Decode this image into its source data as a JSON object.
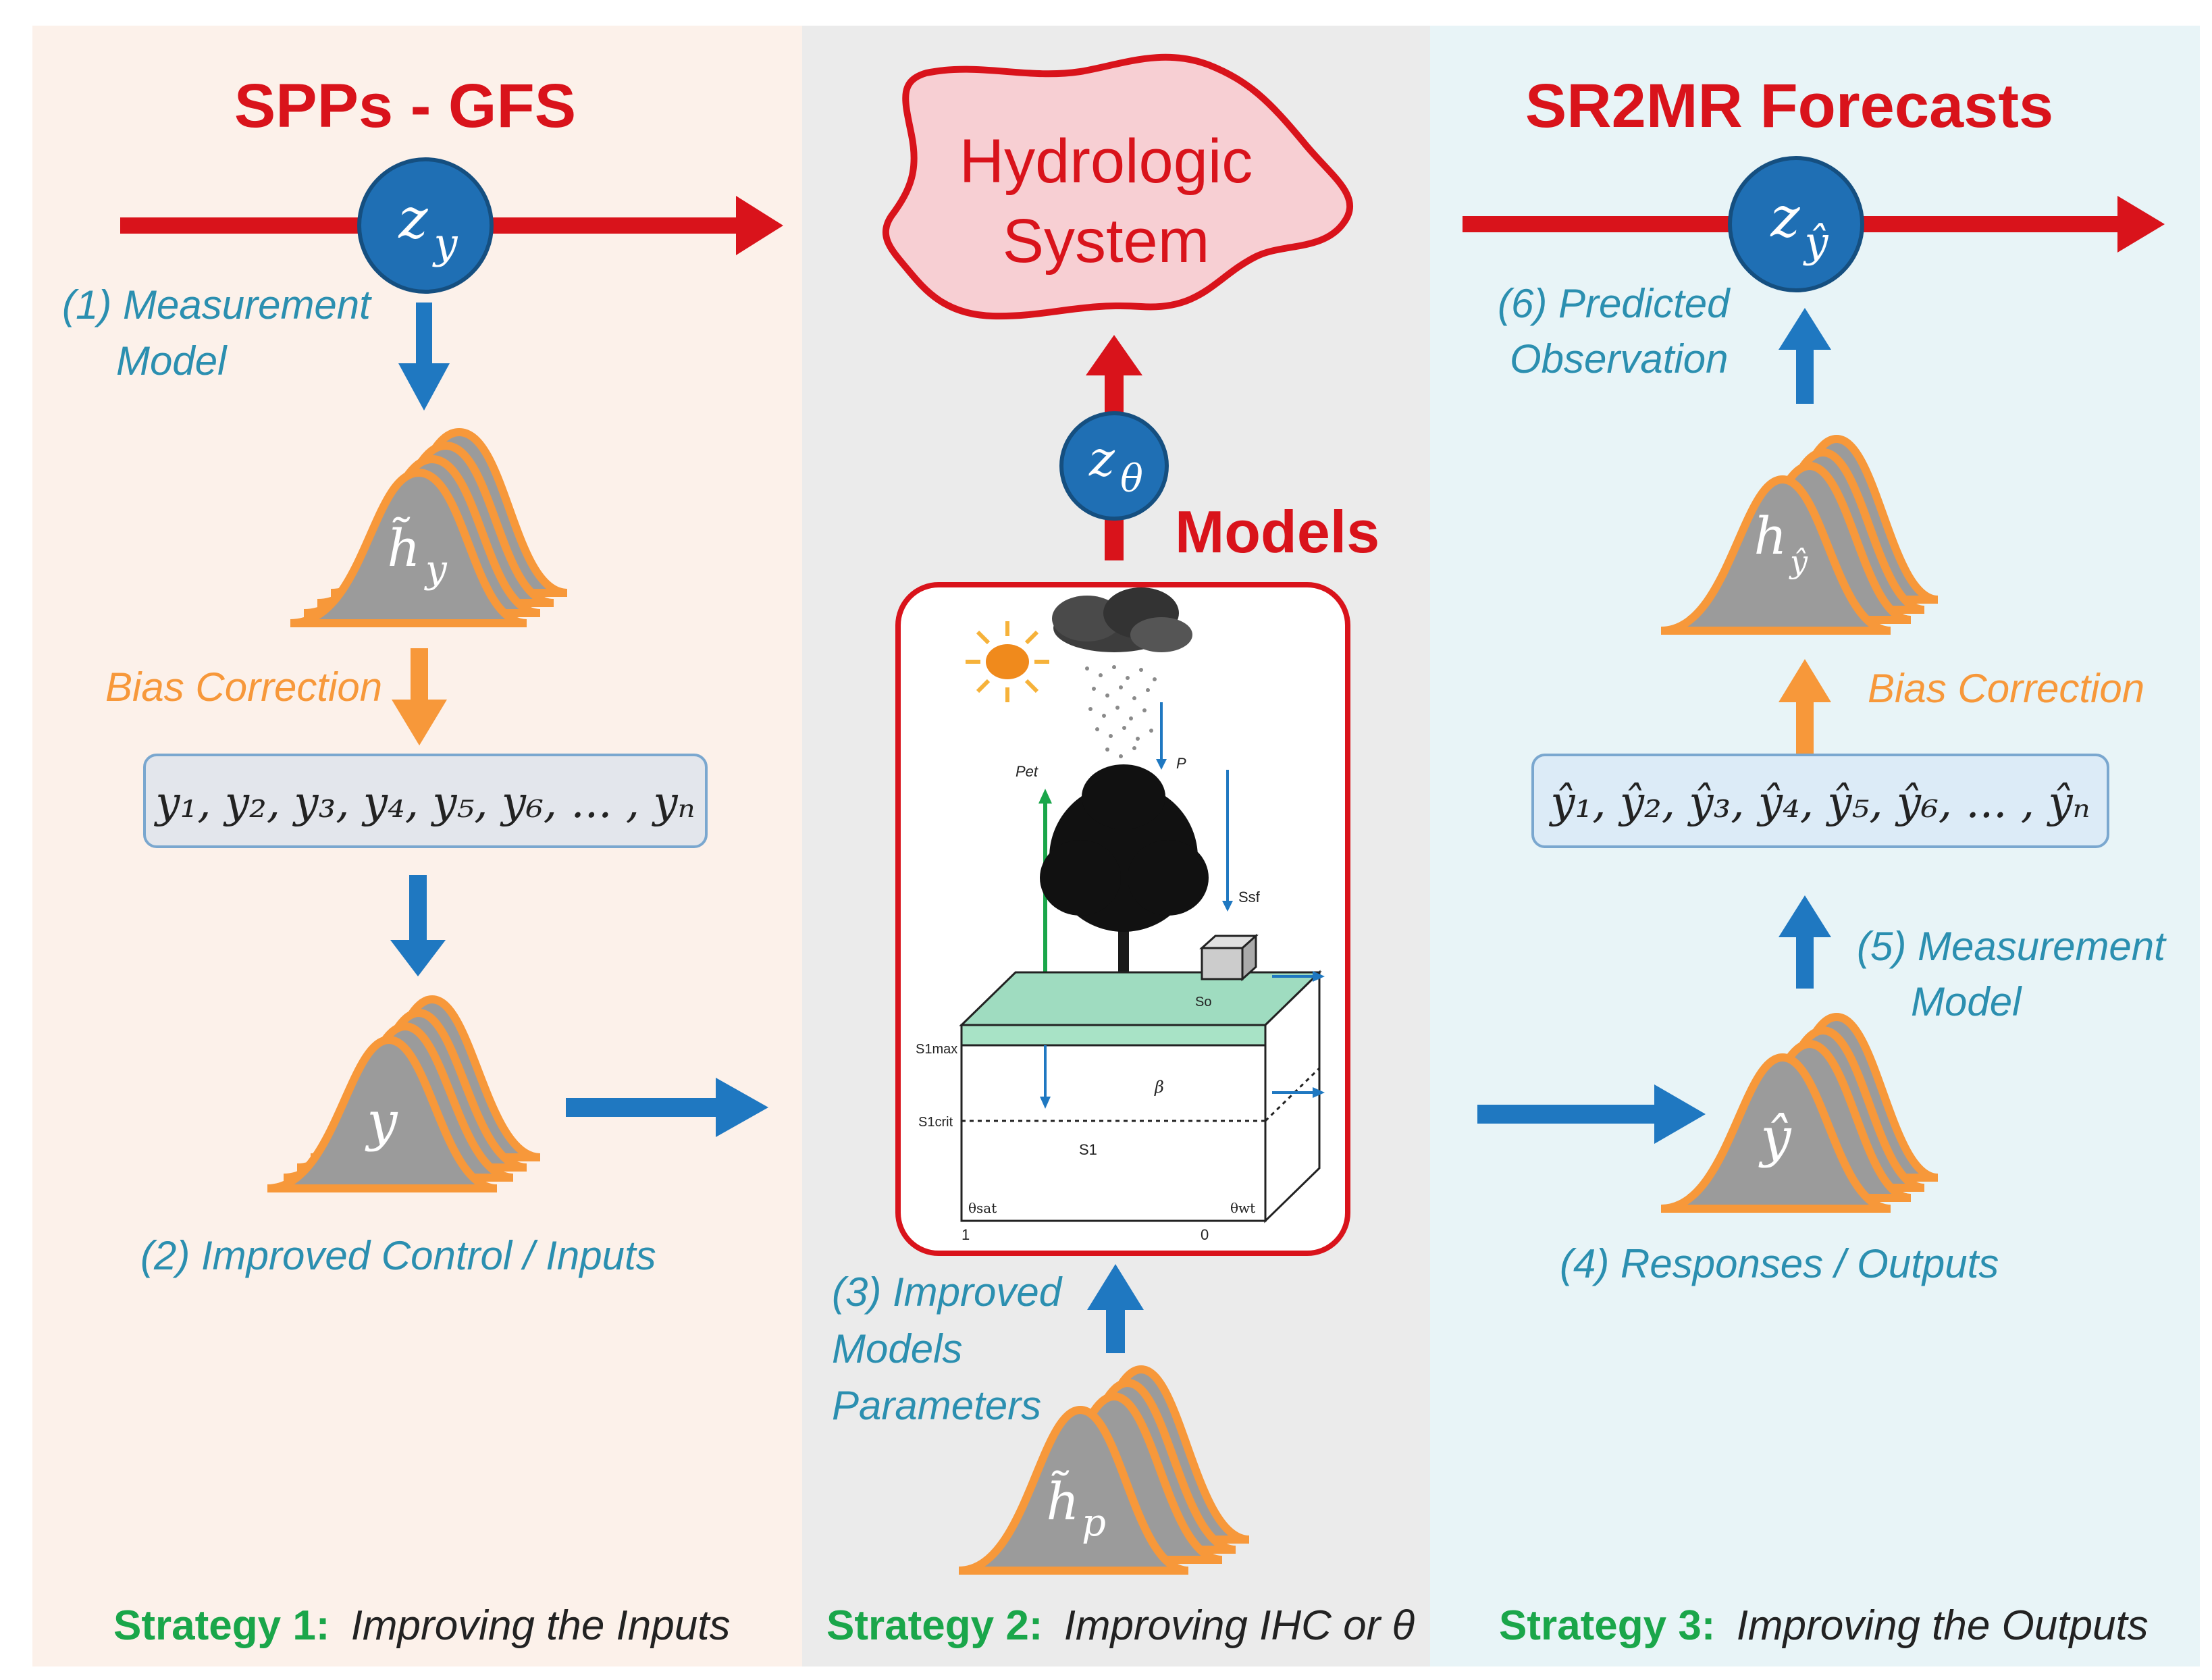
{
  "panels": {
    "left": {
      "title": "SPPs - GFS",
      "node_symbol": "z",
      "node_sub": "y",
      "measurement_label_1": "(1)  Measurement",
      "measurement_label_2": "Model",
      "dist_top_symbol": "h̃",
      "dist_top_sub": "y",
      "bias_label": "Bias Correction",
      "sequence": "y₁, y₂, y₃, y₄, y₅, y₆, ... , yₙ",
      "dist_bottom_symbol": "y",
      "caption": "(2)  Improved  Control / Inputs",
      "strategy_label": "Strategy 1:",
      "strategy_desc": "Improving the Inputs"
    },
    "middle": {
      "system_line1": "Hydrologic",
      "system_line2": "System",
      "node_symbol": "z",
      "node_sub": "θ",
      "models_label": "Models",
      "params_line1": "(3)  Improved",
      "params_line2": "Models",
      "params_line3": "Parameters",
      "dist_symbol": "h̃",
      "dist_sub": "p",
      "strategy_label": "Strategy 2:",
      "strategy_desc": "Improving IHC  or θ",
      "model_labels": {
        "pet": "Pet",
        "p": "P",
        "ssf": "Ssf",
        "so": "So",
        "s1max": "S1max",
        "s1crit": "S1crit",
        "s1": "S1",
        "beta": "β",
        "theta_sat": "θsat",
        "theta_wt": "θwt",
        "axis_one": "1",
        "axis_zero": "0"
      }
    },
    "right": {
      "title": "SR2MR Forecasts",
      "node_symbol": "z",
      "node_sub": "ŷ",
      "predicted_label_1": "(6)  Predicted",
      "predicted_label_2": "Observation",
      "dist_top_symbol": "h",
      "dist_top_sub": "ŷ",
      "bias_label": "Bias Correction",
      "sequence": "ŷ₁, ŷ₂, ŷ₃, ŷ₄, ŷ₅, ŷ₆, ... , ŷₙ",
      "measurement_label_1": "(5)  Measurement",
      "measurement_label_2": "Model",
      "dist_bottom_symbol": "ŷ",
      "caption": "(4)  Responses / Outputs",
      "strategy_label": "Strategy 3:",
      "strategy_desc": "Improving the Outputs"
    }
  },
  "colors": {
    "left_bg": "#fcf1ea",
    "middle_bg": "#ebebeb",
    "right_bg": "#e8f4f7",
    "red": "#d9131b",
    "blue": "#1f78c1",
    "orange": "#f7983a",
    "teal_text": "#2b8fb0",
    "green": "#1aa64a",
    "gray_dist": "#9b9b9b",
    "node_fill": "#1f6fb4",
    "seq_box_left": "#e3e6ec",
    "seq_box_right": "#dcebf7"
  }
}
